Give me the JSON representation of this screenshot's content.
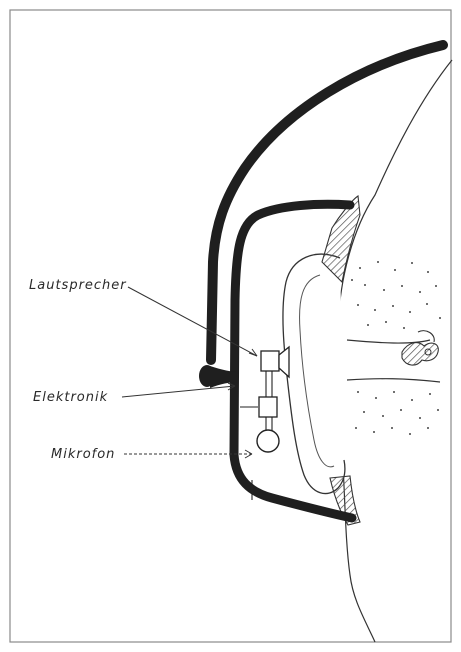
{
  "diagram": {
    "labels": {
      "speaker": "Lautsprecher",
      "electronics": "Elektronik",
      "microphone": "Mikrofon"
    },
    "colors": {
      "ink": "#222222",
      "hatch": "#555555",
      "paper": "#ffffff"
    }
  }
}
